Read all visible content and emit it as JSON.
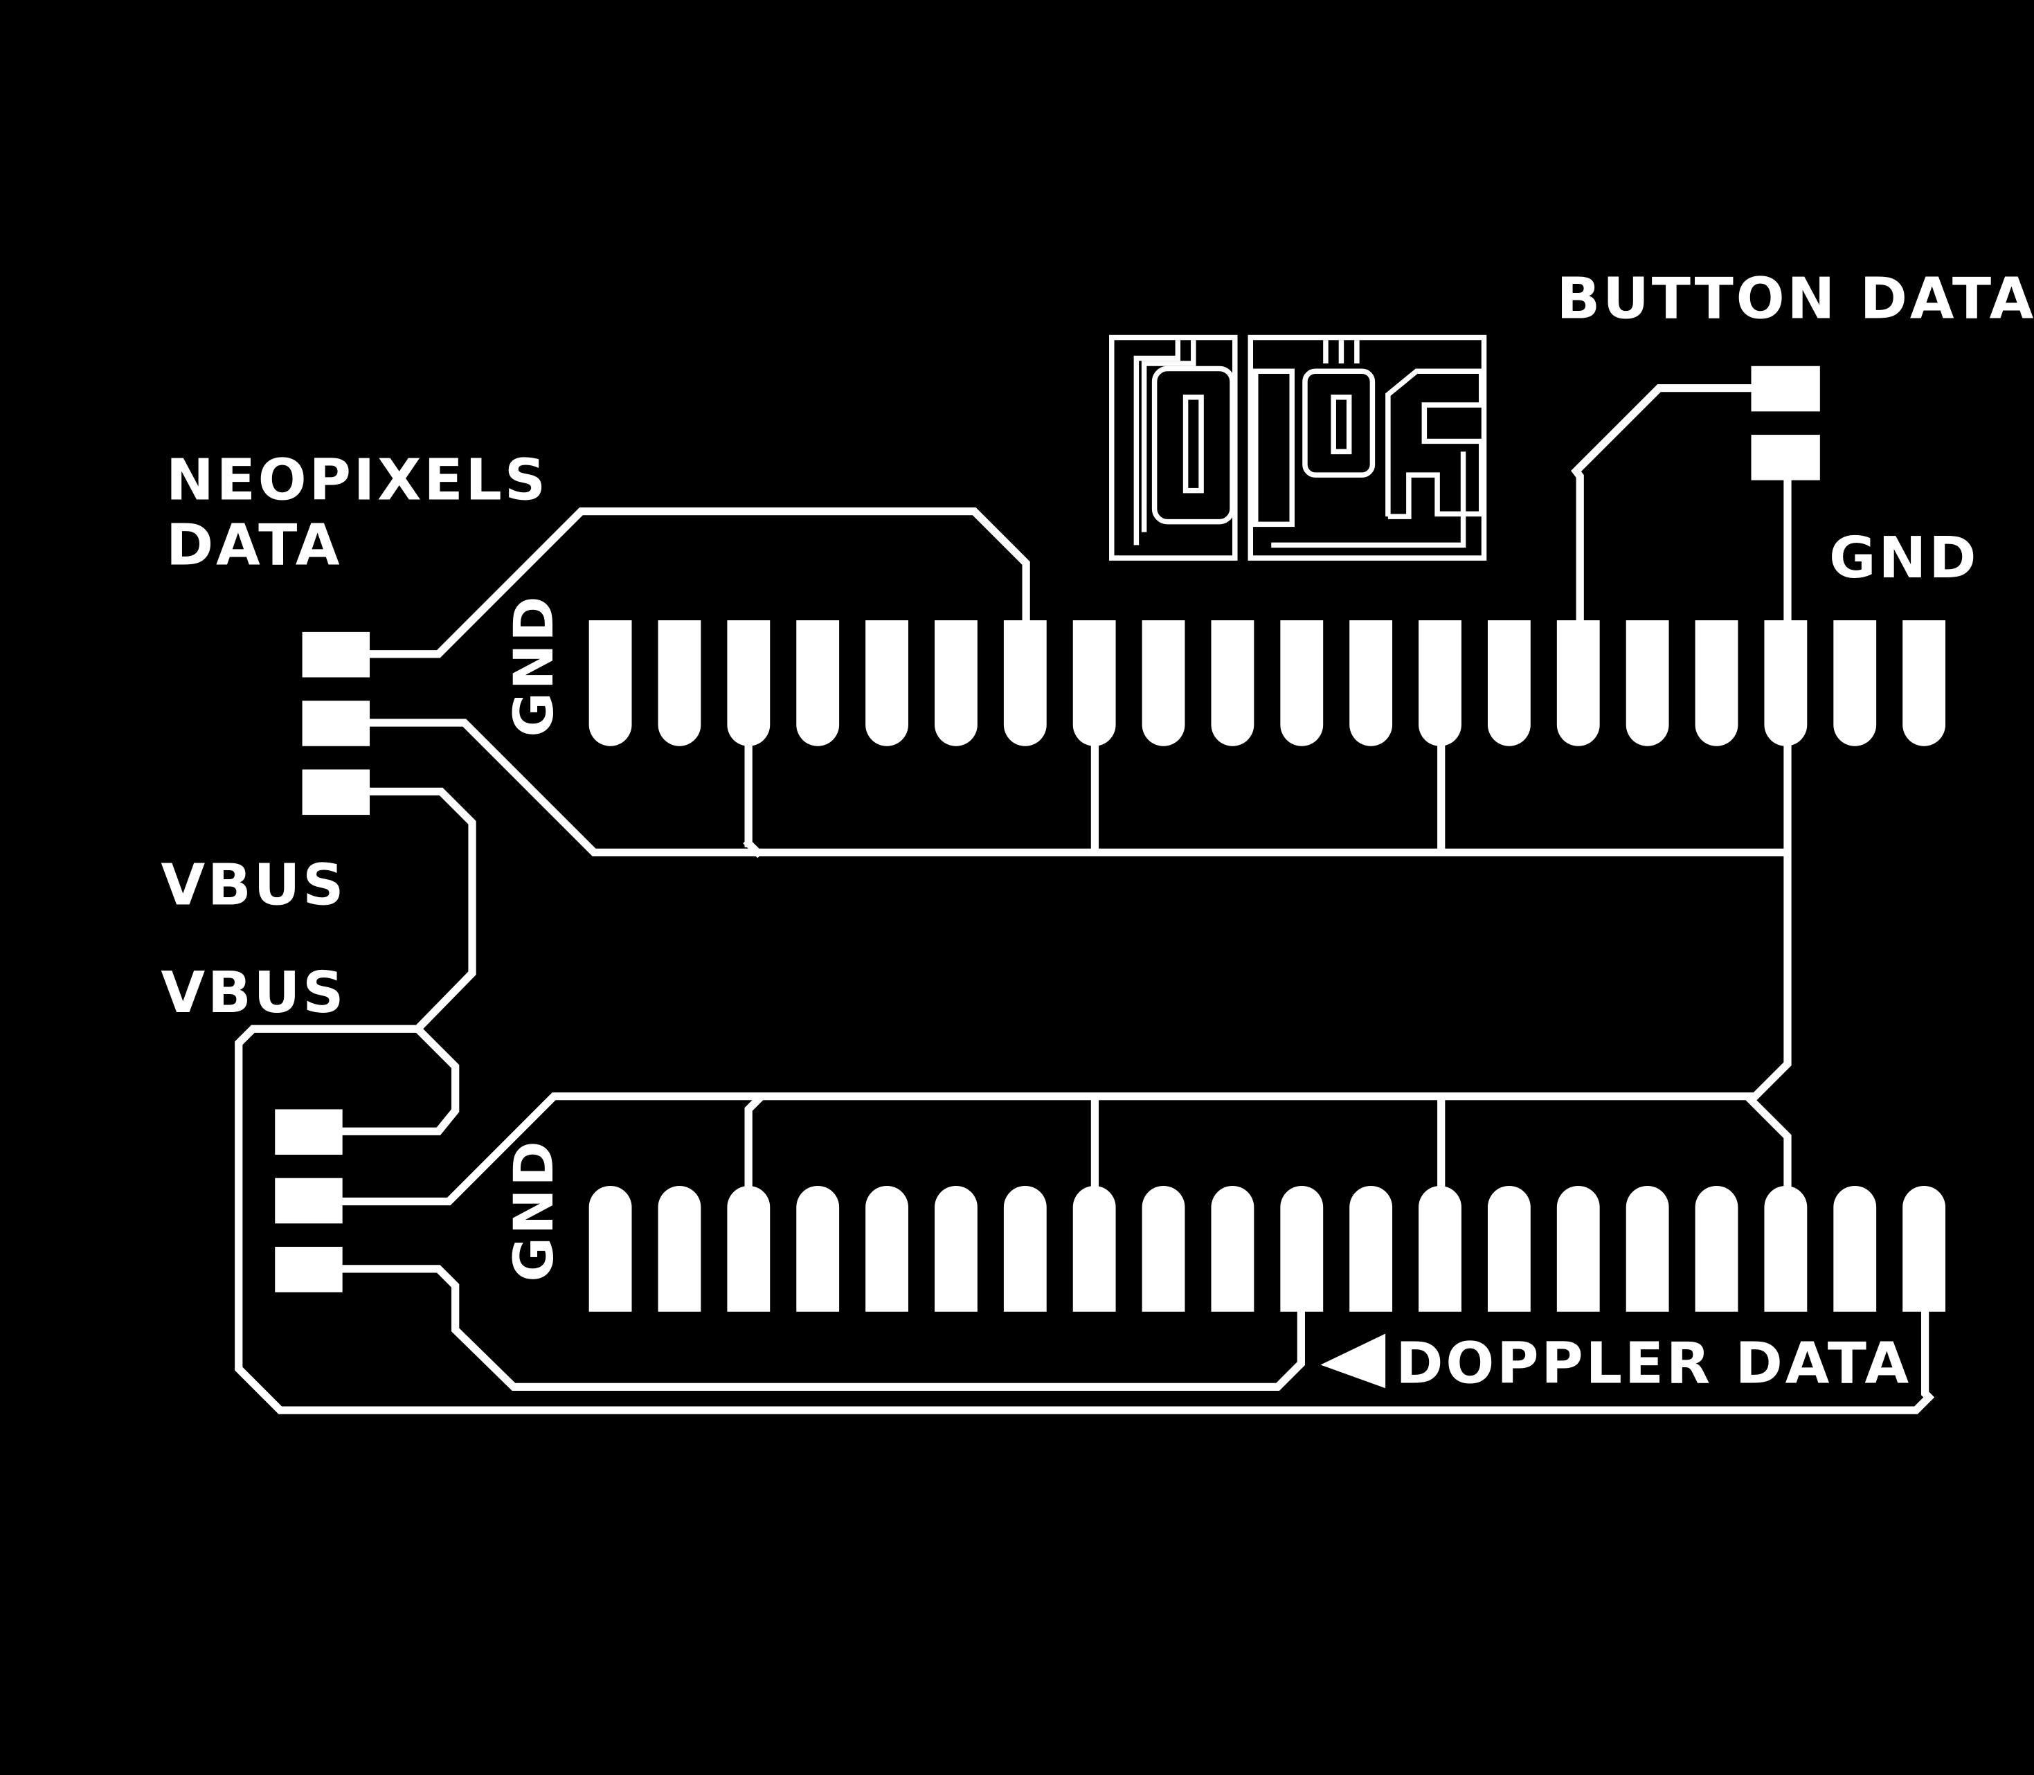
{
  "labels": {
    "neopixels_line1": "NEOPIXELS",
    "neopixels_line2": "DATA",
    "button_data": "BUTTON DATA",
    "gnd_right": "GND",
    "gnd_top_header": "GND",
    "gnd_bottom_header": "GND",
    "vbus_1": "VBUS",
    "vbus_2": "VBUS",
    "doppler_data": "DOPPLER DATA"
  },
  "logo": {
    "text": "OLRF"
  },
  "colors": {
    "background": "#000000",
    "copper": "#ffffff"
  },
  "header_pin_count": 20
}
